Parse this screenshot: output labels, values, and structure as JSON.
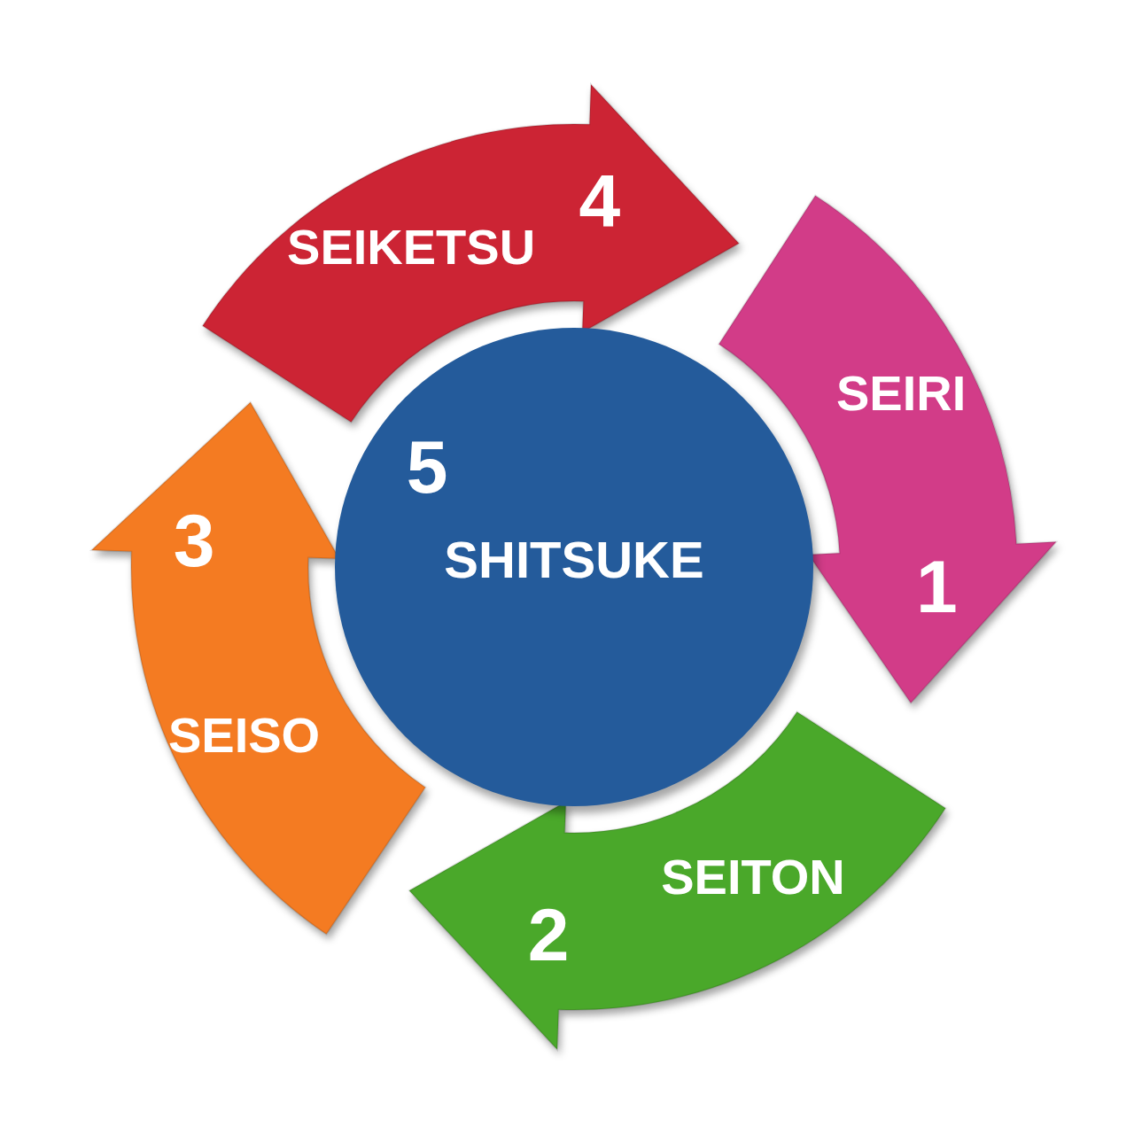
{
  "diagram": {
    "nodes": [
      {
        "text": [
          "SEIRI",
          "1"
        ]
      },
      {
        "text": [
          "SEITON",
          "2"
        ]
      },
      {
        "text": [
          "3",
          "SEISO"
        ]
      },
      {
        "text": [
          "4",
          "SEIKETSU"
        ]
      },
      {
        "text": [
          "5",
          "SHITSUKE"
        ]
      }
    ]
  }
}
